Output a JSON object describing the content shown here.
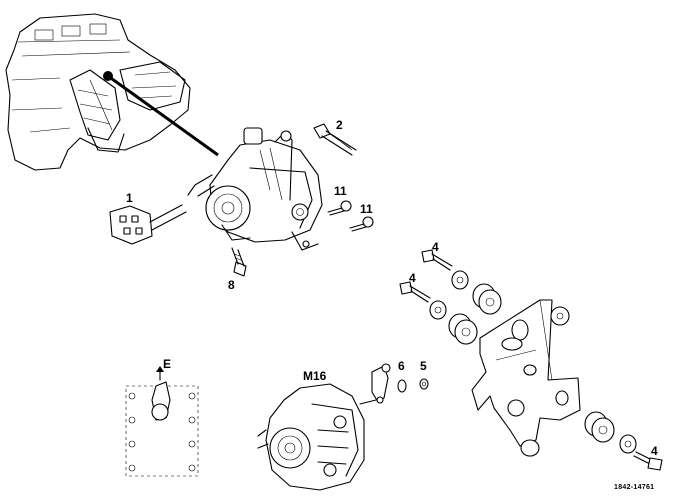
{
  "callouts": {
    "c1": "1",
    "c2": "2",
    "c4a": "4",
    "c4b": "4",
    "c4c": "4",
    "c5": "5",
    "c6": "6",
    "c8": "8",
    "c11a": "11",
    "c11b": "11",
    "cE": "E",
    "cM16": "M16"
  },
  "doc_number": "1842-14761"
}
